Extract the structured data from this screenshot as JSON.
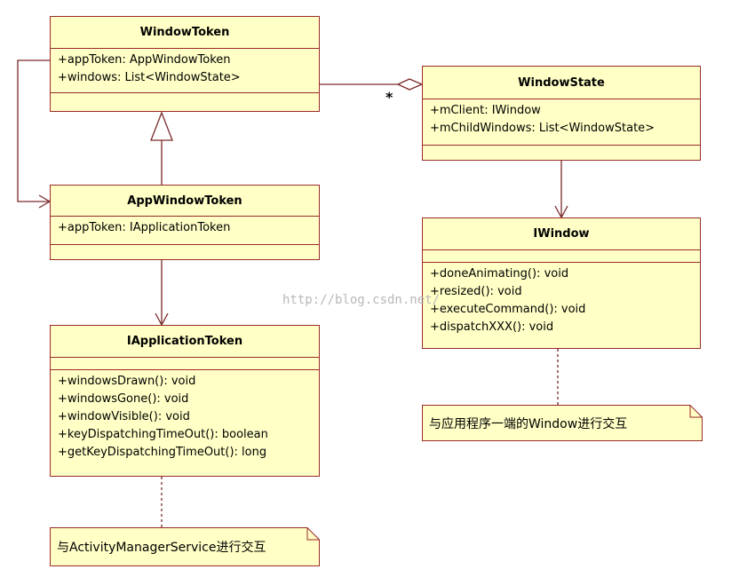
{
  "classes": {
    "window_token": {
      "name": "WindowToken",
      "attributes": [
        "+appToken: AppWindowToken",
        "+windows: List<WindowState>"
      ],
      "operations": []
    },
    "window_state": {
      "name": "WindowState",
      "attributes": [
        "+mClient: IWindow",
        "+mChildWindows: List<WindowState>"
      ],
      "operations": []
    },
    "app_window_token": {
      "name": "AppWindowToken",
      "attributes": [
        "+appToken: IApplicationToken"
      ],
      "operations": []
    },
    "iwindow": {
      "name": "IWindow",
      "attributes": [],
      "operations": [
        "+doneAnimating(): void",
        "+resized(): void",
        "+executeCommand(): void",
        "+dispatchXXX(): void"
      ]
    },
    "iapplication_token": {
      "name": "IApplicationToken",
      "attributes": [],
      "operations": [
        "+windowsDrawn(): void",
        "+windowsGone(): void",
        "+windowVisible(): void",
        "+keyDispatchingTimeOut(): boolean",
        "+getKeyDispatchingTimeOut(): long"
      ]
    }
  },
  "notes": {
    "iwindow_note": "与应用程序一端的Window进行交互",
    "activity_note": "与ActivityManagerService进行交互"
  },
  "multiplicity": "*",
  "watermark": "http://blog.csdn.net/",
  "colors": {
    "border": "#9b2a2a",
    "fill": "#ffffc6",
    "connector": "#7a2a2a"
  }
}
